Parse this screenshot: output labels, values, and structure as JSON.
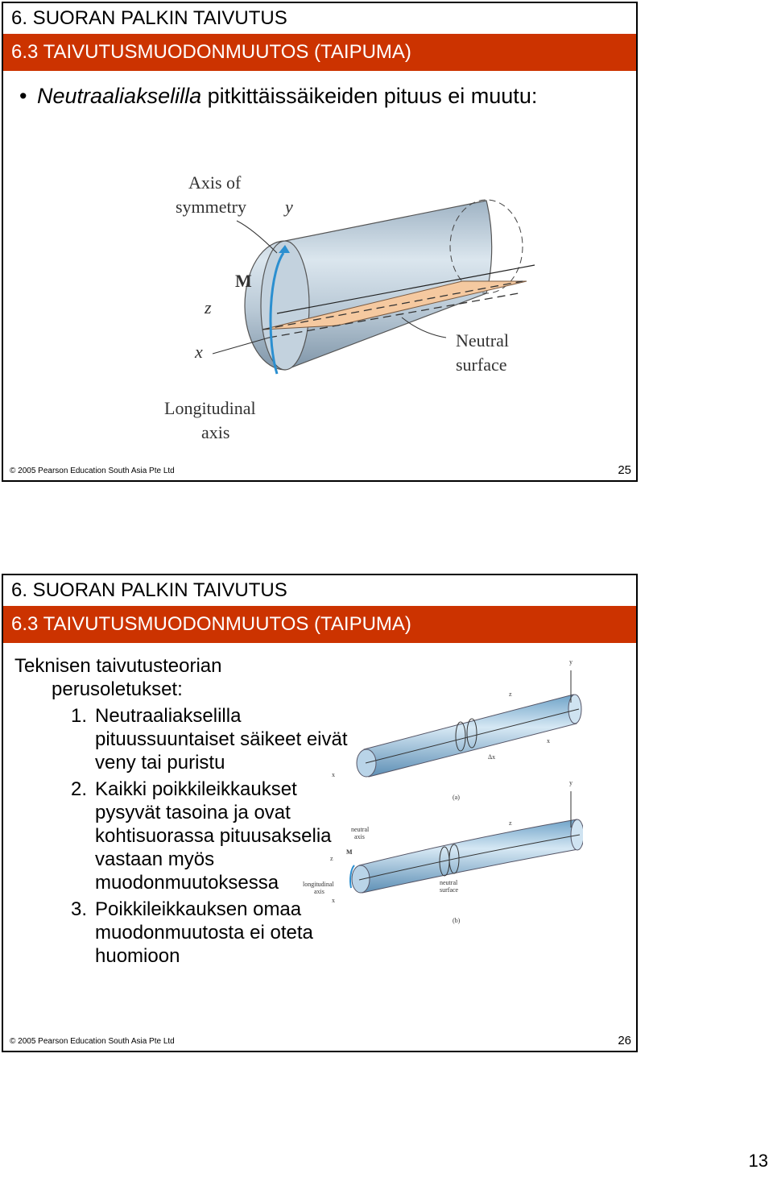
{
  "slide1": {
    "title": "6. SUORAN PALKIN TAIVUTUS",
    "subtitle": "6.3 TAIVUTUSMUODONMUUTOS (TAIPUMA)",
    "bullet_italic": "Neutraaliakselilla",
    "bullet_rest": " pitkittäissäikeiden pituus ei muutu:",
    "figure": {
      "axis_of_symmetry": [
        "Axis of",
        "symmetry"
      ],
      "y": "y",
      "M": "M",
      "z": "z",
      "x": "x",
      "longitudinal_axis": [
        "Longitudinal",
        "axis"
      ],
      "neutral_surface": [
        "Neutral",
        "surface"
      ]
    },
    "footer": "2005 Pearson Education South Asia Pte Ltd",
    "page": "25"
  },
  "slide2": {
    "title": "6. SUORAN PALKIN TAIVUTUS",
    "subtitle": "6.3 TAIVUTUSMUODONMUUTOS (TAIPUMA)",
    "intro_line1": "Teknisen taivutusteorian",
    "intro_line2": "perusoletukset:",
    "items": [
      {
        "num": "1.",
        "text": "Neutraaliakselilla pituussuuntaiset säikeet eivät veny tai puristu"
      },
      {
        "num": "2.",
        "text": "Kaikki poikkileikkaukset pysyvät tasoina ja ovat kohtisuorassa pituusakselia vastaan myös muodonmuutoksessa"
      },
      {
        "num": "3.",
        "text": "Poikkileikkauksen omaa muodonmuutosta ei oteta huomioon"
      }
    ],
    "figure": {
      "y": "y",
      "z": "z",
      "x": "x",
      "dx": "Δx",
      "a": "(a)",
      "b": "(b)",
      "neutral_axis": [
        "neutral",
        "axis"
      ],
      "M": "M",
      "longitudinal_axis": [
        "longitudinal",
        "axis"
      ],
      "neutral_surface": [
        "neutral",
        "surface"
      ]
    },
    "footer": "2005 Pearson Education South Asia Pte Ltd",
    "page": "26"
  },
  "sheet_page": "13"
}
